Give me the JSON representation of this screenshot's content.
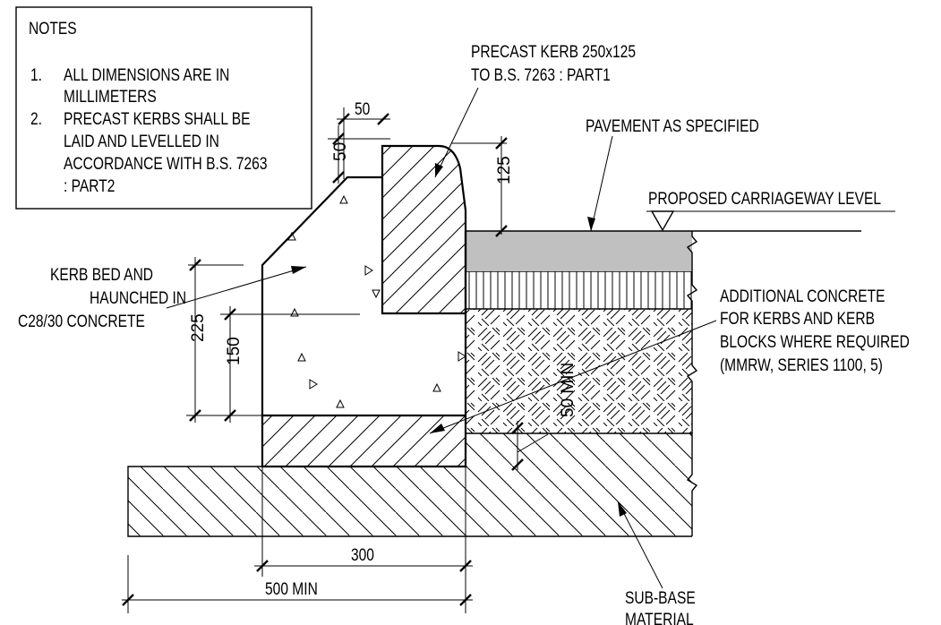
{
  "notes": {
    "heading": "NOTES",
    "items": [
      {
        "number": "1.",
        "lines": [
          "ALL DIMENSIONS ARE IN",
          "MILLIMETERS"
        ]
      },
      {
        "number": "2.",
        "lines": [
          "PRECAST KERBS SHALL BE",
          "LAID AND LEVELLED IN",
          "ACCORDANCE WITH B.S. 7263",
          ": PART2"
        ]
      }
    ]
  },
  "labels": {
    "precast_kerb": [
      "PRECAST KERB 250x125",
      "TO B.S. 7263 : PART1"
    ],
    "pavement": "PAVEMENT AS SPECIFIED",
    "carriageway": "PROPOSED CARRIAGEWAY LEVEL",
    "kerb_bed": [
      "KERB BED AND",
      "HAUNCHED IN",
      "C28/30 CONCRETE"
    ],
    "additional_concrete": [
      "ADDITIONAL CONCRETE",
      "FOR KERBS AND KERB",
      "BLOCKS WHERE REQUIRED",
      "(MMRW, SERIES 1100, 5)"
    ],
    "sub_base": [
      "SUB-BASE",
      "MATERIAL"
    ]
  },
  "dimensions": {
    "chamfer_horizontal": "50",
    "chamfer_vertical": "50",
    "kerb_upstand": "125",
    "bed_depth": "225",
    "haunch_height": "150",
    "additional_min": "50 MIN",
    "bed_width": "300",
    "sub_base_width": "500 MIN"
  },
  "colors": {
    "line": "#000000",
    "pavement_fill": "#c0c0c0",
    "background": "#ffffff"
  }
}
